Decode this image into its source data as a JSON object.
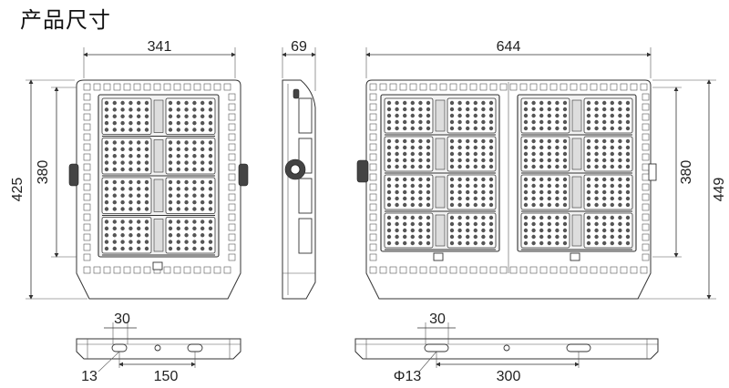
{
  "title": "产品尺寸",
  "front_small": {
    "width_label": "341",
    "height_outer_label": "425",
    "height_inner_label": "380"
  },
  "side": {
    "depth_label": "69"
  },
  "front_large": {
    "width_label": "644",
    "height_inner_label": "380",
    "height_outer_label": "449"
  },
  "bottom_small": {
    "slot_label": "30",
    "hole_label": "13",
    "spacing_label": "150"
  },
  "bottom_large": {
    "slot_label": "30",
    "hole_label": "Φ13",
    "spacing_label": "300"
  }
}
